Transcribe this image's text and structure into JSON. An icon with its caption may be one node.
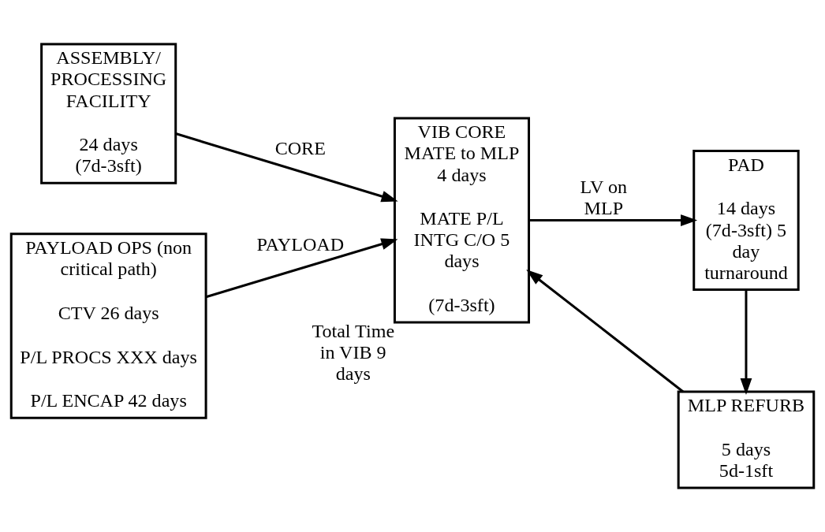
{
  "diagram": {
    "nodes": [
      {
        "text": [
          "ASSEMBLY/ PROCESSING FACILITY",
          "24 days (7d-3sft)"
        ]
      },
      {
        "text": [
          "VIB CORE MATE to MLP 4 days",
          "MATE P/L INTG C/O 5 days",
          "(7d-3sft)"
        ],
        "beside": [
          "Total Time in VIB 9 days"
        ]
      },
      {
        "text": [
          "MLP REFURB",
          "5 days 5d-1sft"
        ]
      },
      {
        "text": [
          "PAD",
          "14 days (7d-3sft) 5 day turnaround"
        ]
      },
      {
        "text": [
          "PAYLOAD OPS (non critical path)",
          "CTV 26 days",
          "P/L PROCS XXX days",
          "P/L ENCAP 42 days"
        ]
      }
    ],
    "edges": [
      {
        "from": 0,
        "to": 1,
        "arrow": "to",
        "label": "CORE"
      },
      {
        "from": 4,
        "to": 1,
        "arrow": "to",
        "label": "PAYLOAD"
      },
      {
        "from": 1,
        "to": 3,
        "arrow": "to",
        "label": "LV on MLP"
      },
      {
        "from": 3,
        "to": 2,
        "arrow": "to"
      },
      {
        "from": 2,
        "to": 1,
        "arrow": "to"
      }
    ]
  }
}
